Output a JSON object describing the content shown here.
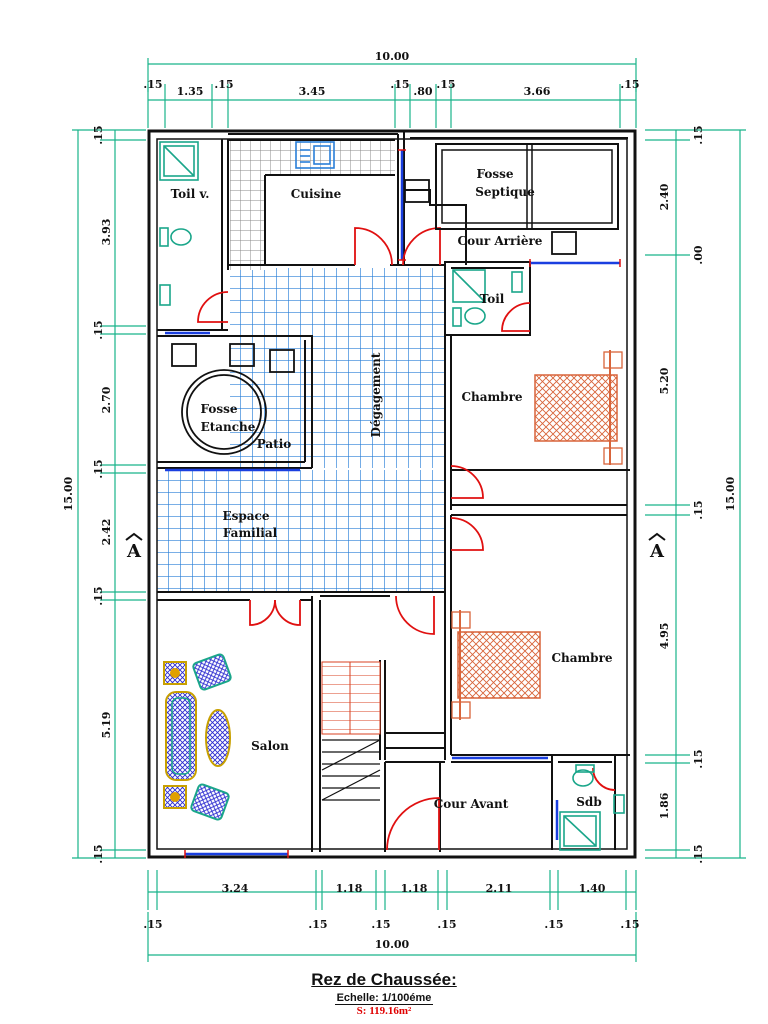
{
  "plan": {
    "title": "Rez de Chaussée:",
    "scale": "Echelle: 1/100éme",
    "area": "S: 119.16m²",
    "section_marker": "A",
    "colors": {
      "wall": "#111111",
      "dimension": "#19b38a",
      "tile": "#2a7fd8",
      "door": "#e01010",
      "window": "#1a3fe0",
      "bed": "#d8643a",
      "fixture": "#1aa68a"
    },
    "rooms": {
      "toilet_small": "Toil v.",
      "kitchen": "Cuisine",
      "septic": [
        "Fosse",
        "Septique"
      ],
      "back_yard": "Cour Arrière",
      "toilet": "Toil",
      "corridor": "Dégagement",
      "tank": [
        "Fosse",
        "Etanche"
      ],
      "patio": "Patio",
      "bedroom_upper": "Chambre",
      "family": [
        "Espace",
        "Familial"
      ],
      "bedroom_lower": "Chambre",
      "living": "Salon",
      "front_yard": "Cour Avant",
      "bathroom": "Sdb"
    },
    "dims": {
      "top_total": "10.00",
      "top": [
        ".15",
        "1.35",
        ".15",
        "3.45",
        ".15",
        ".80",
        ".15",
        "3.66",
        ".15"
      ],
      "bottom": [
        "3.24",
        "1.18",
        "1.18",
        "2.11",
        "1.40"
      ],
      "bottom_walls": [
        ".15",
        ".15",
        ".15",
        ".15",
        ".15",
        ".15"
      ],
      "bottom_total": "10.00",
      "left": [
        ".15",
        "3.93",
        ".15",
        "2.70",
        ".15",
        "2.42",
        ".15",
        "5.19",
        ".15"
      ],
      "left_total": "15.00",
      "right": [
        ".15",
        "2.40",
        ".00",
        "5.20",
        ".15",
        "4.95",
        ".15",
        "1.86",
        ".15"
      ],
      "right_total": "15.00"
    }
  }
}
